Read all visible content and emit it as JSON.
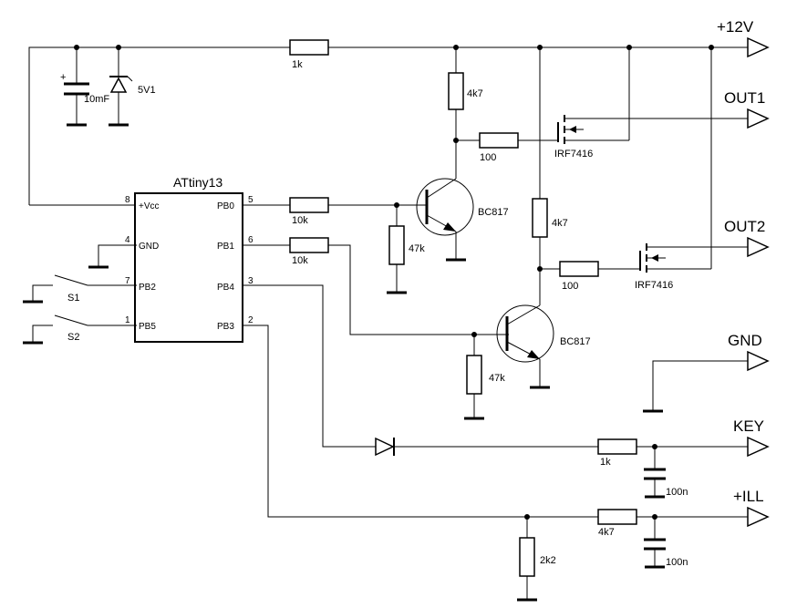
{
  "ic": {
    "name": "ATtiny13",
    "left_pins": [
      {
        "num": "8",
        "name": "+Vcc"
      },
      {
        "num": "4",
        "name": "GND"
      },
      {
        "num": "7",
        "name": "PB2"
      },
      {
        "num": "1",
        "name": "PB5"
      }
    ],
    "right_pins": [
      {
        "num": "5",
        "name": "PB0"
      },
      {
        "num": "6",
        "name": "PB1"
      },
      {
        "num": "3",
        "name": "PB4"
      },
      {
        "num": "2",
        "name": "PB3"
      }
    ]
  },
  "components": {
    "r_supply": "1k",
    "c_bulk": "10mF",
    "c_bulk_polarity": "+",
    "zener": "5V1",
    "r_pullup1": "4k7",
    "r_gate1": "100",
    "mosfet1": "IRF7416",
    "r_base1": "10k",
    "r_bias1": "47k",
    "q1": "BC817",
    "r_pullup2": "4k7",
    "r_gate2": "100",
    "mosfet2": "IRF7416",
    "r_base2": "10k",
    "r_bias2": "47k",
    "q2": "BC817",
    "r_key": "1k",
    "c_key": "100n",
    "r_ill": "4k7",
    "r_ill_div": "2k2",
    "c_ill": "100n",
    "s1": "S1",
    "s2": "S2"
  },
  "ports": {
    "vplus": "+12V",
    "out1": "OUT1",
    "out2": "OUT2",
    "gnd": "GND",
    "key": "KEY",
    "ill": "+ILL"
  },
  "colors": {
    "ink": "#000000",
    "background": "#ffffff"
  }
}
